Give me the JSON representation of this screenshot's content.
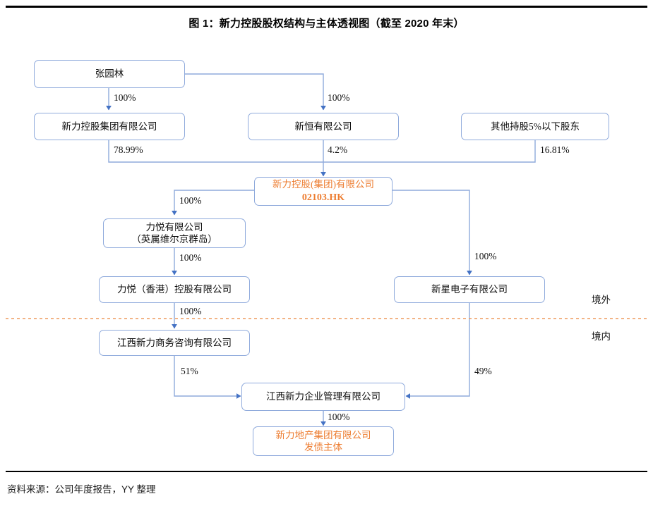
{
  "title": "图 1：新力控股股权结构与主体透视图（截至 2020 年末）",
  "source": "资料来源：公司年度报告，YY 整理",
  "colors": {
    "box_border": "#8faadc",
    "connector": "#8faadc",
    "arrow": "#4472c4",
    "highlight_text": "#ED7D31",
    "boundary_dashed": "#ED9A5B",
    "rule": "#000000"
  },
  "chart_data": {
    "type": "diagram",
    "title": "图 1：新力控股股权结构与主体透视图（截至 2020 年末）",
    "nodes": [
      {
        "id": "zhang",
        "label_line1": "张园林",
        "label_line2": "",
        "highlight": false
      },
      {
        "id": "xinli_holding",
        "label_line1": "新力控股集团有限公司",
        "label_line2": "",
        "highlight": false
      },
      {
        "id": "xinheng",
        "label_line1": "新恒有限公司",
        "label_line2": "",
        "highlight": false
      },
      {
        "id": "others",
        "label_line1": "其他持股5%以下股东",
        "label_line2": "",
        "highlight": false
      },
      {
        "id": "listco",
        "label_line1": "新力控股(集团)有限公司",
        "label_line2": "02103.HK",
        "highlight": true
      },
      {
        "id": "liyue_bvi",
        "label_line1": "力悦有限公司",
        "label_line2": "（英属维尔京群岛）",
        "highlight": false
      },
      {
        "id": "liyue_hk",
        "label_line1": "力悦（香港）控股有限公司",
        "label_line2": "",
        "highlight": false
      },
      {
        "id": "xinxing",
        "label_line1": "新星电子有限公司",
        "label_line2": "",
        "highlight": false
      },
      {
        "id": "jx_consult",
        "label_line1": "江西新力商务咨询有限公司",
        "label_line2": "",
        "highlight": false
      },
      {
        "id": "jx_mgmt",
        "label_line1": "江西新力企业管理有限公司",
        "label_line2": "",
        "highlight": false
      },
      {
        "id": "issuer",
        "label_line1": "新力地产集团有限公司",
        "label_line2": "发债主体",
        "highlight": true
      }
    ],
    "edges": [
      {
        "from": "zhang",
        "to": "xinli_holding",
        "label": "100%"
      },
      {
        "from": "zhang",
        "to": "xinheng",
        "label": "100%"
      },
      {
        "from": "xinli_holding",
        "to": "listco",
        "label": "78.99%"
      },
      {
        "from": "xinheng",
        "to": "listco",
        "label": "4.2%"
      },
      {
        "from": "others",
        "to": "listco",
        "label": "16.81%"
      },
      {
        "from": "listco",
        "to": "liyue_bvi",
        "label": "100%"
      },
      {
        "from": "liyue_bvi",
        "to": "liyue_hk",
        "label": "100%"
      },
      {
        "from": "liyue_hk",
        "to": "jx_consult",
        "label": "100%"
      },
      {
        "from": "listco",
        "to": "xinxing",
        "label": "100%"
      },
      {
        "from": "jx_consult",
        "to": "jx_mgmt",
        "label": "51%"
      },
      {
        "from": "xinxing",
        "to": "jx_mgmt",
        "label": "49%"
      },
      {
        "from": "jx_mgmt",
        "to": "issuer",
        "label": "100%"
      }
    ],
    "boundary": {
      "above_label": "境外",
      "below_label": "境内",
      "style": "dashed"
    }
  },
  "labels": {
    "p_zhang_holding": "100%",
    "p_zhang_xinheng": "100%",
    "p_holding_listco": "78.99%",
    "p_xinheng_listco": "4.2%",
    "p_others_listco": "16.81%",
    "p_listco_bvi": "100%",
    "p_bvi_hk": "100%",
    "p_hk_consult": "100%",
    "p_listco_xinxing": "100%",
    "p_consult_mgmt": "51%",
    "p_xinxing_mgmt": "49%",
    "p_mgmt_issuer": "100%",
    "region_offshore": "境外",
    "region_onshore": "境内"
  }
}
